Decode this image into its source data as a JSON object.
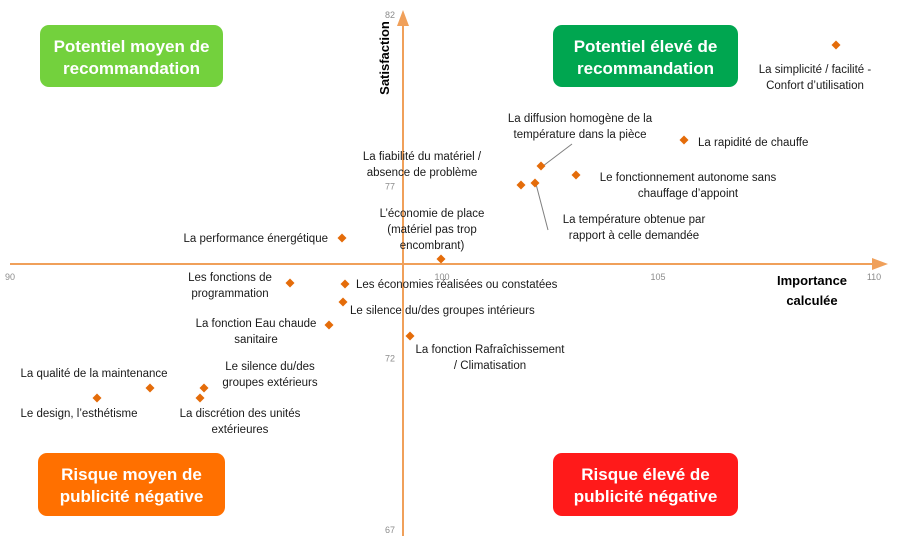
{
  "colors": {
    "axis": "#f0a05a",
    "marker": "#e46c0a",
    "q_top_left": "#73d13d",
    "q_top_right": "#00a650",
    "q_bottom_left": "#ff7000",
    "q_bottom_right": "#ff1a1a"
  },
  "quadrants": {
    "top_left": [
      "Potentiel moyen de",
      "recommandation"
    ],
    "top_right": [
      "Potentiel élevé de",
      "recommandation"
    ],
    "bottom_left": [
      "Risque moyen de",
      "publicité négative"
    ],
    "bottom_right": [
      "Risque élevé de",
      "publicité négative"
    ]
  },
  "chart_data": {
    "type": "scatter",
    "xlabel": [
      "Importance",
      "calculée"
    ],
    "ylabel": "Satisfaction",
    "xlim": [
      90,
      110
    ],
    "ylim": [
      67,
      82
    ],
    "x_ticks": [
      90,
      100,
      105,
      110
    ],
    "y_ticks": [
      67,
      72,
      77,
      82
    ],
    "x_ticks_shown": [
      "90",
      "100",
      "105",
      "110"
    ],
    "y_ticks_shown": [
      "67",
      "72",
      "77",
      "82"
    ],
    "grid": false,
    "legend": "none",
    "points": [
      {
        "x": 109.2,
        "y": 80.5,
        "label": [
          "La simplicité / facilité -",
          "Confort d’utilisation"
        ]
      },
      {
        "x": 105.8,
        "y": 78.3,
        "label": [
          "La rapidité de chauffe"
        ]
      },
      {
        "x": 102.3,
        "y": 77.6,
        "label": [
          "La diffusion homogène de la",
          "température dans la pièce"
        ]
      },
      {
        "x": 103.2,
        "y": 77.3,
        "label": [
          "Le fonctionnement autonome sans",
          "chauffage d’appoint"
        ]
      },
      {
        "x": 101.8,
        "y": 77.1,
        "label": [
          "La fiabilité du matériel /",
          "absence de problème"
        ]
      },
      {
        "x": 102.1,
        "y": 77.1,
        "label": [
          "La température obtenue par",
          "rapport à celle demandée"
        ]
      },
      {
        "x": 97.3,
        "y": 75.2,
        "label": [
          "La performance énergétique"
        ]
      },
      {
        "x": 100.0,
        "y": 74.3,
        "label": [
          "L’économie de place",
          "(matériel pas trop",
          "encombrant)"
        ]
      },
      {
        "x": 95.8,
        "y": 73.9,
        "label": [
          "Les fonctions de",
          "programmation"
        ]
      },
      {
        "x": 97.3,
        "y": 73.9,
        "label": [
          "Les économies réalisées ou constatées"
        ]
      },
      {
        "x": 97.2,
        "y": 73.3,
        "label": [
          "Le silence du/des groupes intérieurs"
        ]
      },
      {
        "x": 96.7,
        "y": 72.8,
        "label": [
          "La fonction Eau chaude",
          "sanitaire"
        ]
      },
      {
        "x": 99.2,
        "y": 72.4,
        "label": [
          "La fonction Rafraîchissement",
          "/ Climatisation"
        ]
      },
      {
        "x": 93.2,
        "y": 71.1,
        "label": [
          "La qualité de la maintenance"
        ]
      },
      {
        "x": 94.5,
        "y": 71.1,
        "label": [
          "Le silence du/des",
          "groupes extérieurs"
        ]
      },
      {
        "x": 94.4,
        "y": 70.7,
        "label": [
          "La discrétion des unités",
          "extérieures"
        ]
      },
      {
        "x": 92.0,
        "y": 70.7,
        "label": [
          "Le design, l’esthétisme"
        ]
      }
    ]
  }
}
